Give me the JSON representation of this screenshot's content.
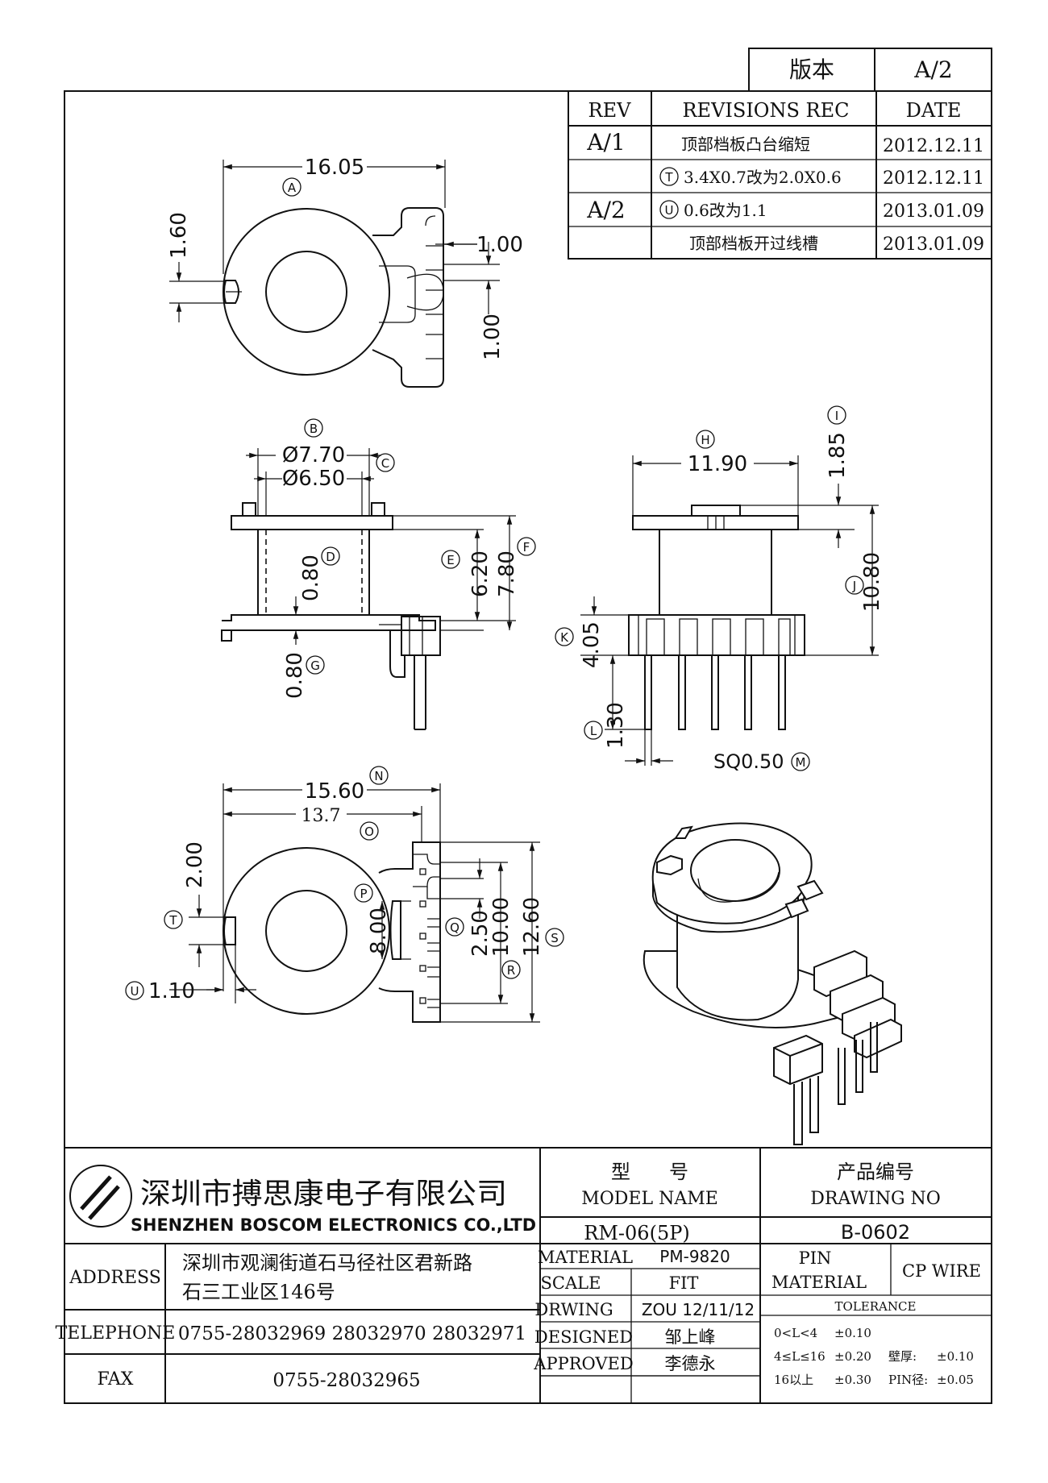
{
  "version_box": {
    "label": "版本",
    "value": "A/2"
  },
  "revisions": {
    "headers": [
      "REV",
      "REVISIONS REC",
      "DATE"
    ],
    "rows": [
      {
        "rev": "A/1",
        "mark": "",
        "text": "顶部档板凸台缩短",
        "date": "2012.12.11"
      },
      {
        "rev": "",
        "mark": "T",
        "text": "3.4X0.7改为2.0X0.6",
        "date": "2012.12.11"
      },
      {
        "rev": "A/2",
        "mark": "U",
        "text": "0.6改为1.1",
        "date": "2013.01.09"
      },
      {
        "rev": "",
        "mark": "",
        "text": "顶部档板开过线槽",
        "date": "2013.01.09"
      }
    ]
  },
  "dims": {
    "top_width": "16.05",
    "top_h1": "1.60",
    "top_pin_w": "1.00",
    "top_pin_pitch": "1.00",
    "front_od": "Ø7.70",
    "front_id": "Ø6.50",
    "front_h1": "6.20",
    "front_h2": "7.80",
    "front_wall": "0.80",
    "front_base": "0.80",
    "side_w": "11.90",
    "side_top": "1.85",
    "side_h": "10.80",
    "side_base": "4.05",
    "side_pin": "1.30",
    "side_sq": "SQ0.50",
    "bot_w1": "15.60",
    "bot_w2": "13.7",
    "bot_t": "2.00",
    "bot_u": "1.10",
    "bot_p": "8.00",
    "bot_q": "2.50",
    "bot_r": "10.00",
    "bot_s": "12.60"
  },
  "markers": [
    "A",
    "B",
    "C",
    "D",
    "E",
    "F",
    "G",
    "H",
    "I",
    "J",
    "K",
    "L",
    "M",
    "N",
    "O",
    "P",
    "Q",
    "R",
    "S",
    "T",
    "U"
  ],
  "title_block": {
    "company_cn": "深圳市搏思康电子有限公司",
    "company_en": "SHENZHEN BOSCOM ELECTRONICS CO.,LTD",
    "model_label_cn": "型　　号",
    "model_label_en": "MODEL NAME",
    "model_value": "RM-06(5P)",
    "drawing_label_cn": "产品编号",
    "drawing_label_en": "DRAWING NO",
    "drawing_value": "B-0602",
    "address_label": "ADDRESS",
    "address_line1": "深圳市观澜街道石马径社区君新路",
    "address_line2": "石三工业区146号",
    "telephone_label": "TELEPHONE",
    "telephone_value": "0755-28032969 28032970 28032971",
    "fax_label": "FAX",
    "fax_value": "0755-28032965",
    "material_label": "MATERIAL",
    "material_value": "PM-9820",
    "scale_label": "SCALE",
    "scale_value": "FIT",
    "drwing_label": "DRWING",
    "drwing_value": "ZOU  12/11/12",
    "designed_label": "DESIGNED",
    "designed_value": "邹上峰",
    "approved_label": "APPROVED",
    "approved_value": "李德永",
    "pin_material_label1": "PIN",
    "pin_material_label2": "MATERIAL",
    "pin_material_value": "CP WIRE",
    "tolerance_label": "TOLERANCE",
    "tolerance_rows": [
      {
        "range": "0<L<4",
        "value": "±0.10",
        "extra_label": "",
        "extra_value": ""
      },
      {
        "range": "4≤L≤16",
        "value": "±0.20",
        "extra_label": "壁厚:",
        "extra_value": "±0.10"
      },
      {
        "range": "16以上",
        "value": "±0.30",
        "extra_label": "PIN径:",
        "extra_value": "±0.05"
      }
    ]
  }
}
